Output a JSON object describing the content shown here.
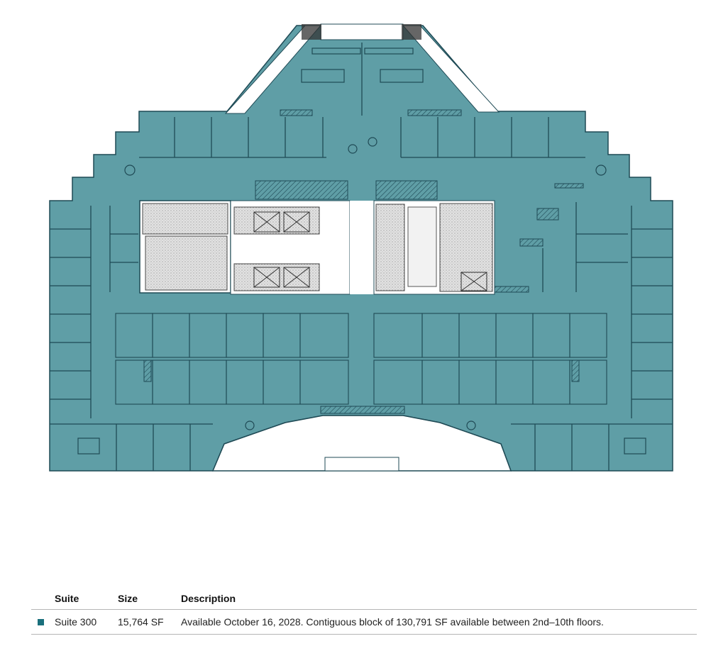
{
  "floorplan": {
    "suite_color": "#5f9ea6",
    "core_color": "#d9d9d9",
    "line_color": "#1f4a55"
  },
  "legend": {
    "headers": {
      "suite": "Suite",
      "size": "Size",
      "description": "Description"
    },
    "rows": [
      {
        "color": "#1a6f7c",
        "suite": "Suite 300",
        "size": "15,764 SF",
        "description": "Available October 16, 2028. Contiguous block of 130,791 SF available between 2nd–10th floors."
      }
    ]
  }
}
